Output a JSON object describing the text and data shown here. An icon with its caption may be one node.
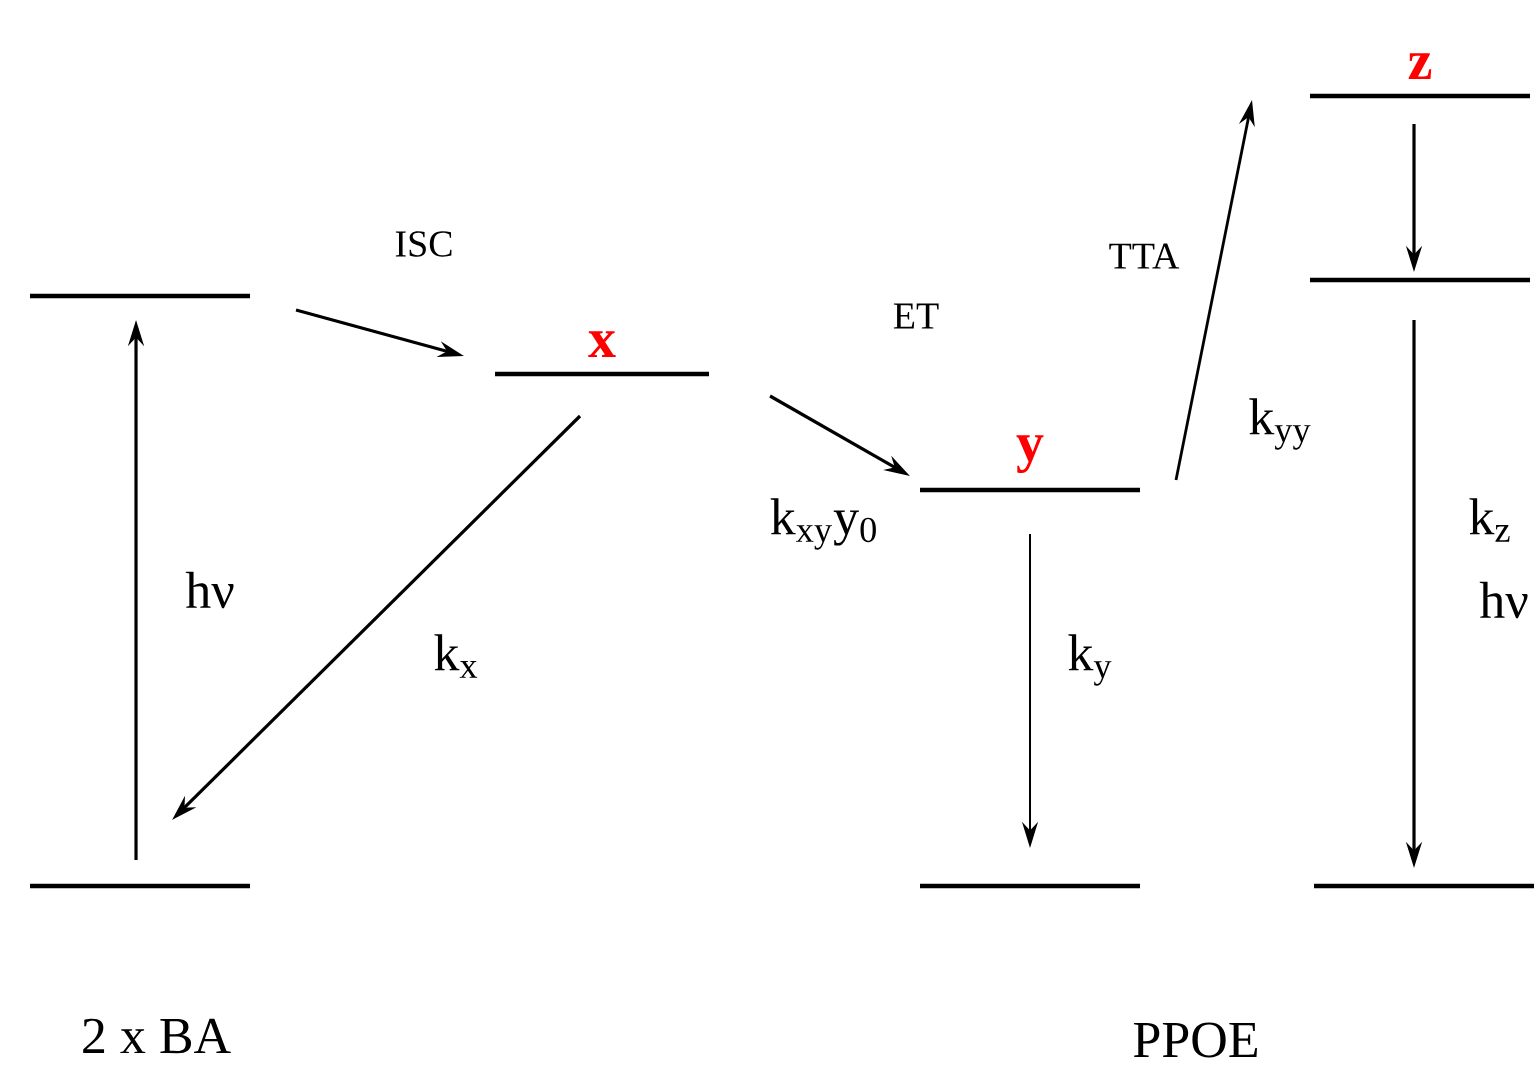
{
  "diagram": {
    "nodes": [
      {
        "text": [],
        "shape": "bar"
      },
      {
        "text": [],
        "shape": "bar"
      },
      {
        "text": [
          "x"
        ]
      },
      {
        "text": [
          "y"
        ]
      },
      {
        "text": [],
        "shape": "bar"
      },
      {
        "text": [
          "z"
        ]
      },
      {
        "text": [],
        "shape": "bar"
      },
      {
        "text": [],
        "shape": "bar"
      }
    ],
    "edges": [
      {
        "from": 1,
        "to": 0,
        "arrow": "to",
        "label": "hν"
      },
      {
        "from": 0,
        "to": 2,
        "arrow": "to",
        "label": "ISC"
      },
      {
        "from": 2,
        "to": 1,
        "arrow": "to",
        "label": "k$_{x}$"
      },
      {
        "from": 2,
        "to": 3,
        "arrow": "to",
        "label": "ET"
      },
      {
        "from": 3,
        "to": 4,
        "arrow": "to",
        "label": "k$_{y}$"
      },
      {
        "from": 3,
        "to": 5,
        "arrow": "to",
        "label": "TTA"
      },
      {
        "from": 5,
        "to": 6,
        "arrow": "to"
      },
      {
        "from": 6,
        "to": 7,
        "arrow": "to",
        "label": "k$_{z}$"
      }
    ],
    "labels": [
      "k$_{xy}$y$_{0}$",
      "k$_{yy}$",
      "hν",
      "2 x BA",
      "PPOE"
    ]
  }
}
